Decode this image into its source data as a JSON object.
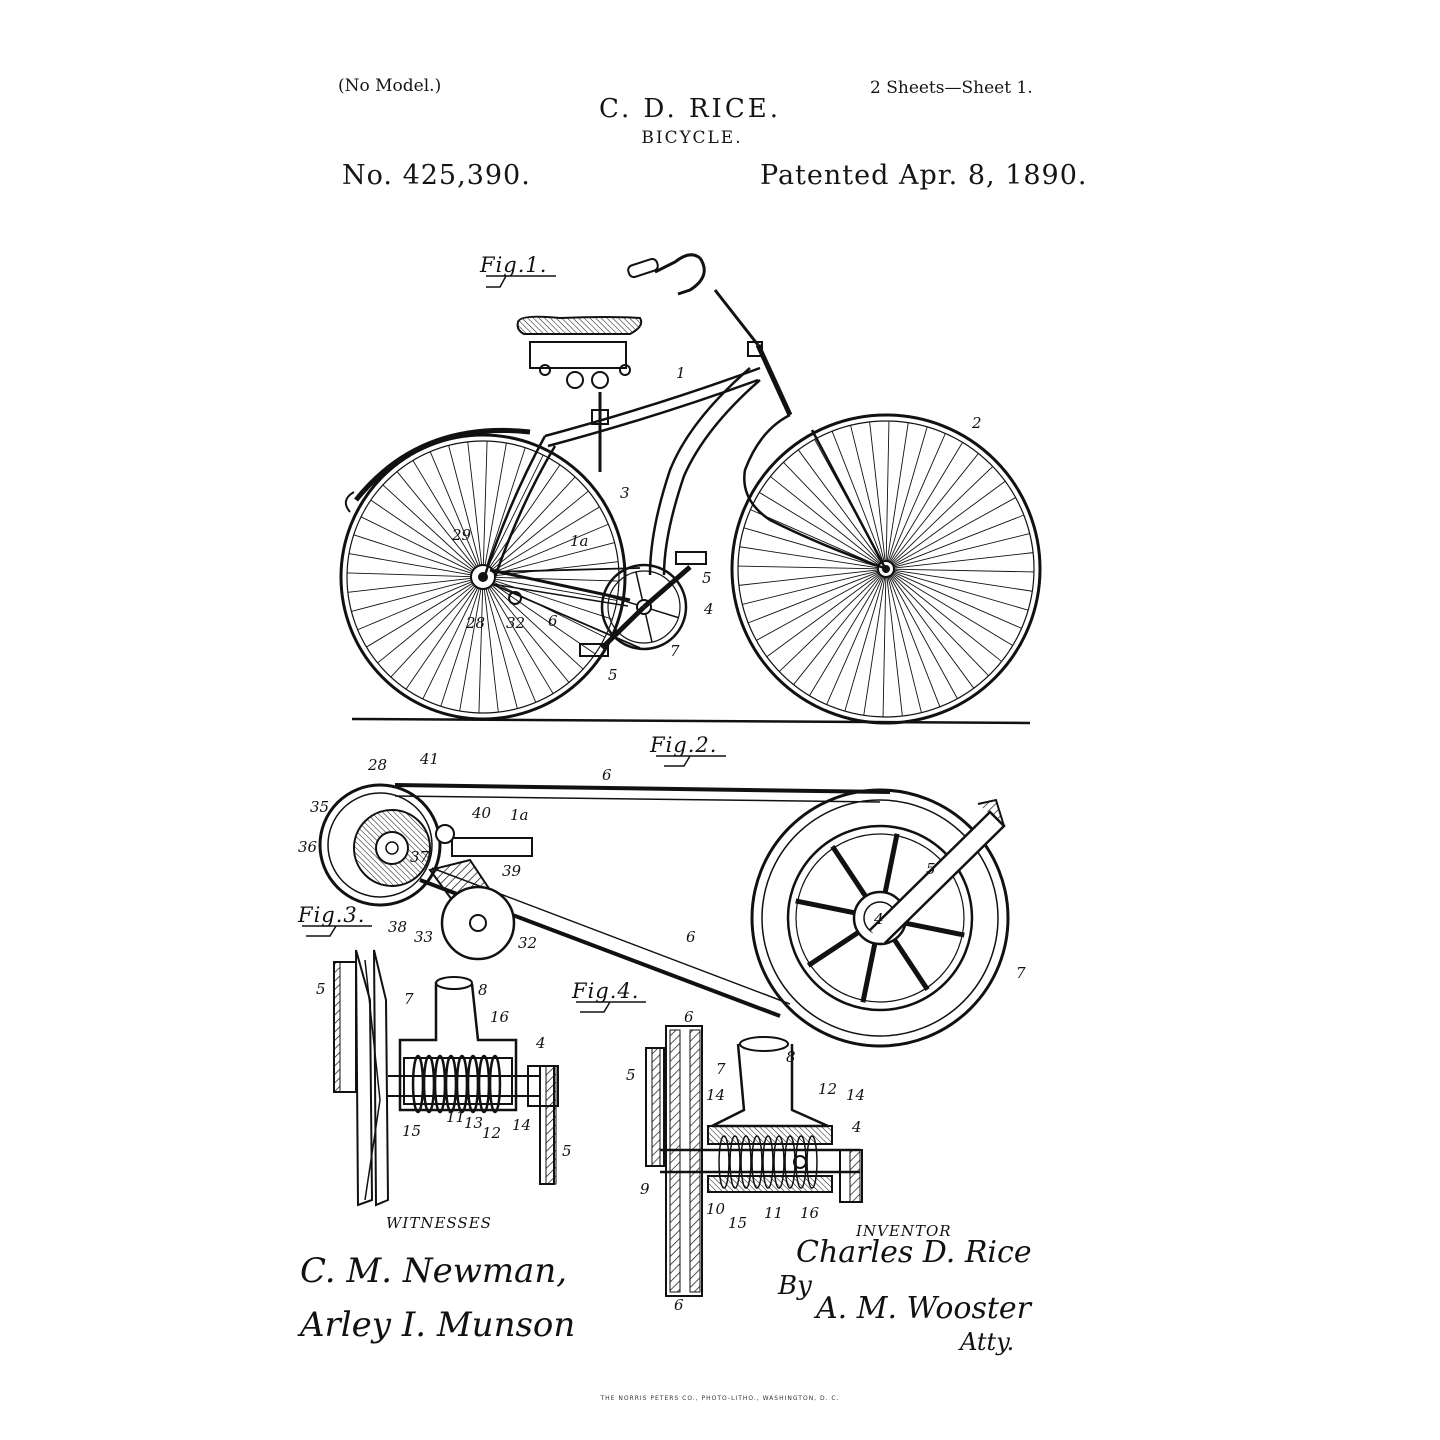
{
  "header": {
    "no_model": "(No Model.)",
    "sheets": "2 Sheets—Sheet 1.",
    "inventor_name": "C. D. RICE.",
    "title": "BICYCLE.",
    "patent_number": "No. 425,390.",
    "patent_date": "Patented Apr. 8, 1890."
  },
  "figures": {
    "fig1": {
      "label": "Fig.1.",
      "refs": {
        "frame": "1",
        "front_wheel": "2",
        "rear_fork": "3",
        "crank_wheel": "4",
        "pedal_top": "5",
        "pedal_bottom": "5",
        "belt": "6",
        "pulley": "7",
        "hub_upper": "29",
        "hub_lower": "28",
        "idler": "32",
        "brace": "1a"
      }
    },
    "fig2": {
      "label": "Fig.2.",
      "refs": {
        "belt_top": "6",
        "belt_bottom": "6",
        "crank": "5",
        "axle": "4",
        "pulley": "7",
        "hub": "28",
        "bolt": "41",
        "clip": "40",
        "bar": "1a",
        "arm": "39",
        "outer": "35",
        "inner": "36",
        "nut": "37",
        "lever": "38",
        "stud": "33",
        "idler": "32"
      }
    },
    "fig3": {
      "label": "Fig.3.",
      "refs": {
        "pedal_left": "5",
        "pulley": "7",
        "post": "8",
        "spring": "16",
        "axle": "4",
        "collar_a": "15",
        "collar_b": "11",
        "collar_c": "13",
        "collar_d": "12",
        "collar_e": "14",
        "pedal_right": "5"
      }
    },
    "fig4": {
      "label": "Fig.4.",
      "refs": {
        "belt_top": "6",
        "pulley": "7",
        "post": "8",
        "pedal": "5",
        "washer_left": "14",
        "collar": "12",
        "washer_right": "14",
        "axle": "4",
        "shaft_end": "9",
        "ring": "10",
        "sleeve": "15",
        "pin": "11",
        "spring": "16",
        "belt_bottom": "6"
      }
    }
  },
  "witnesses": {
    "heading": "WITNESSES",
    "names": [
      "C. M. Newman,",
      "Arley I. Munson"
    ]
  },
  "inventor": {
    "heading": "INVENTOR",
    "name": "Charles D. Rice",
    "by": "By",
    "attorney": "A. M. Wooster",
    "attorney_suffix": "Atty."
  },
  "footer": {
    "printer": "THE NORRIS PETERS CO., PHOTO-LITHO., WASHINGTON, D. C."
  }
}
